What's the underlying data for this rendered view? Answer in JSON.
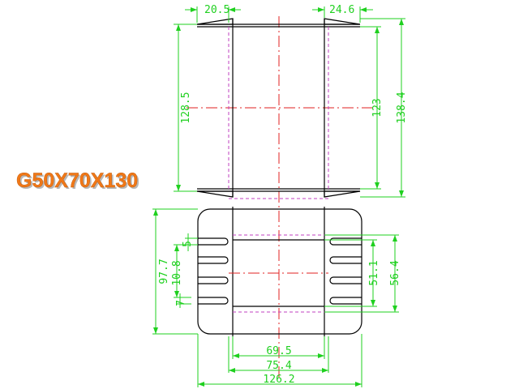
{
  "title": "G50X70X130",
  "dimensions": {
    "top_left_flange": "20.5",
    "top_right_flange": "24.6",
    "left_height": "128.5",
    "inner_height": "123",
    "outer_height": "138.4",
    "base_height": "97.7",
    "slot_pitch": "5",
    "slot_spacing": "10.8",
    "slot_width": "7",
    "window_height": "51.1",
    "window_outer_height": "56.4",
    "window_width": "69.5",
    "core_width": "75.4",
    "total_width": "126.2"
  },
  "colors": {
    "dimension": "#1fd01f",
    "outline": "#000000",
    "centerline": "#e02020",
    "hidden_line": "#c040c0",
    "title": "#f07818"
  }
}
